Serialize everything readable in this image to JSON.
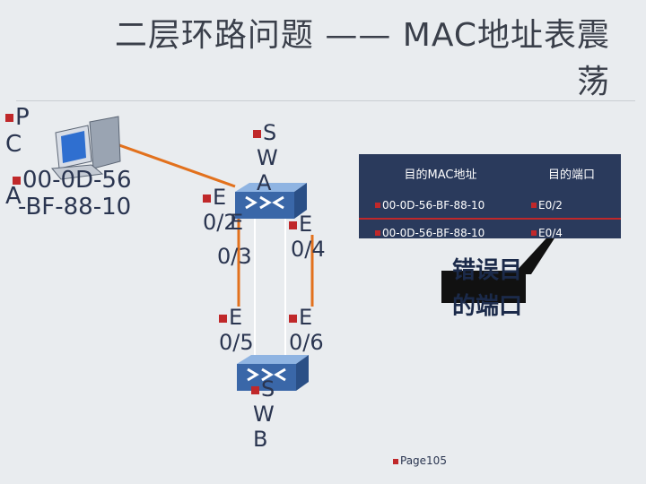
{
  "title_line1": "二层环路问题 —— MAC地址表震",
  "title_line2": "荡",
  "pc": {
    "label_lines": [
      "P",
      "C",
      "A"
    ],
    "mac_lines": [
      "00-0D-56",
      "-BF-88-10"
    ]
  },
  "switch_a": {
    "label_lines": [
      "S",
      "W",
      "A"
    ]
  },
  "switch_b": {
    "label_lines": [
      "S",
      "W",
      "B"
    ]
  },
  "ports": {
    "e02": [
      "E",
      "0/2"
    ],
    "e03": [
      "E",
      "0/3"
    ],
    "e04": [
      "E",
      "0/4"
    ],
    "e05": [
      "E",
      "0/5"
    ],
    "e06": [
      "E",
      "0/6"
    ]
  },
  "mac_table": {
    "headers": [
      "目的MAC地址",
      "目的端口"
    ],
    "rows": [
      {
        "mac": "00-0D-56-BF-88-10",
        "port": "E0/2"
      },
      {
        "mac": "00-0D-56-BF-88-10",
        "port": "E0/4"
      }
    ]
  },
  "callout": {
    "text_lines": [
      "错误目",
      "的端口"
    ]
  },
  "page_label": "Page105",
  "colors": {
    "bullet": "#c0282a",
    "link_orange": "#e2711d",
    "table_bg": "#2a3a5c",
    "switch_blue": "#3a67a8"
  },
  "icons": [
    "pc-icon",
    "switch-icon"
  ]
}
